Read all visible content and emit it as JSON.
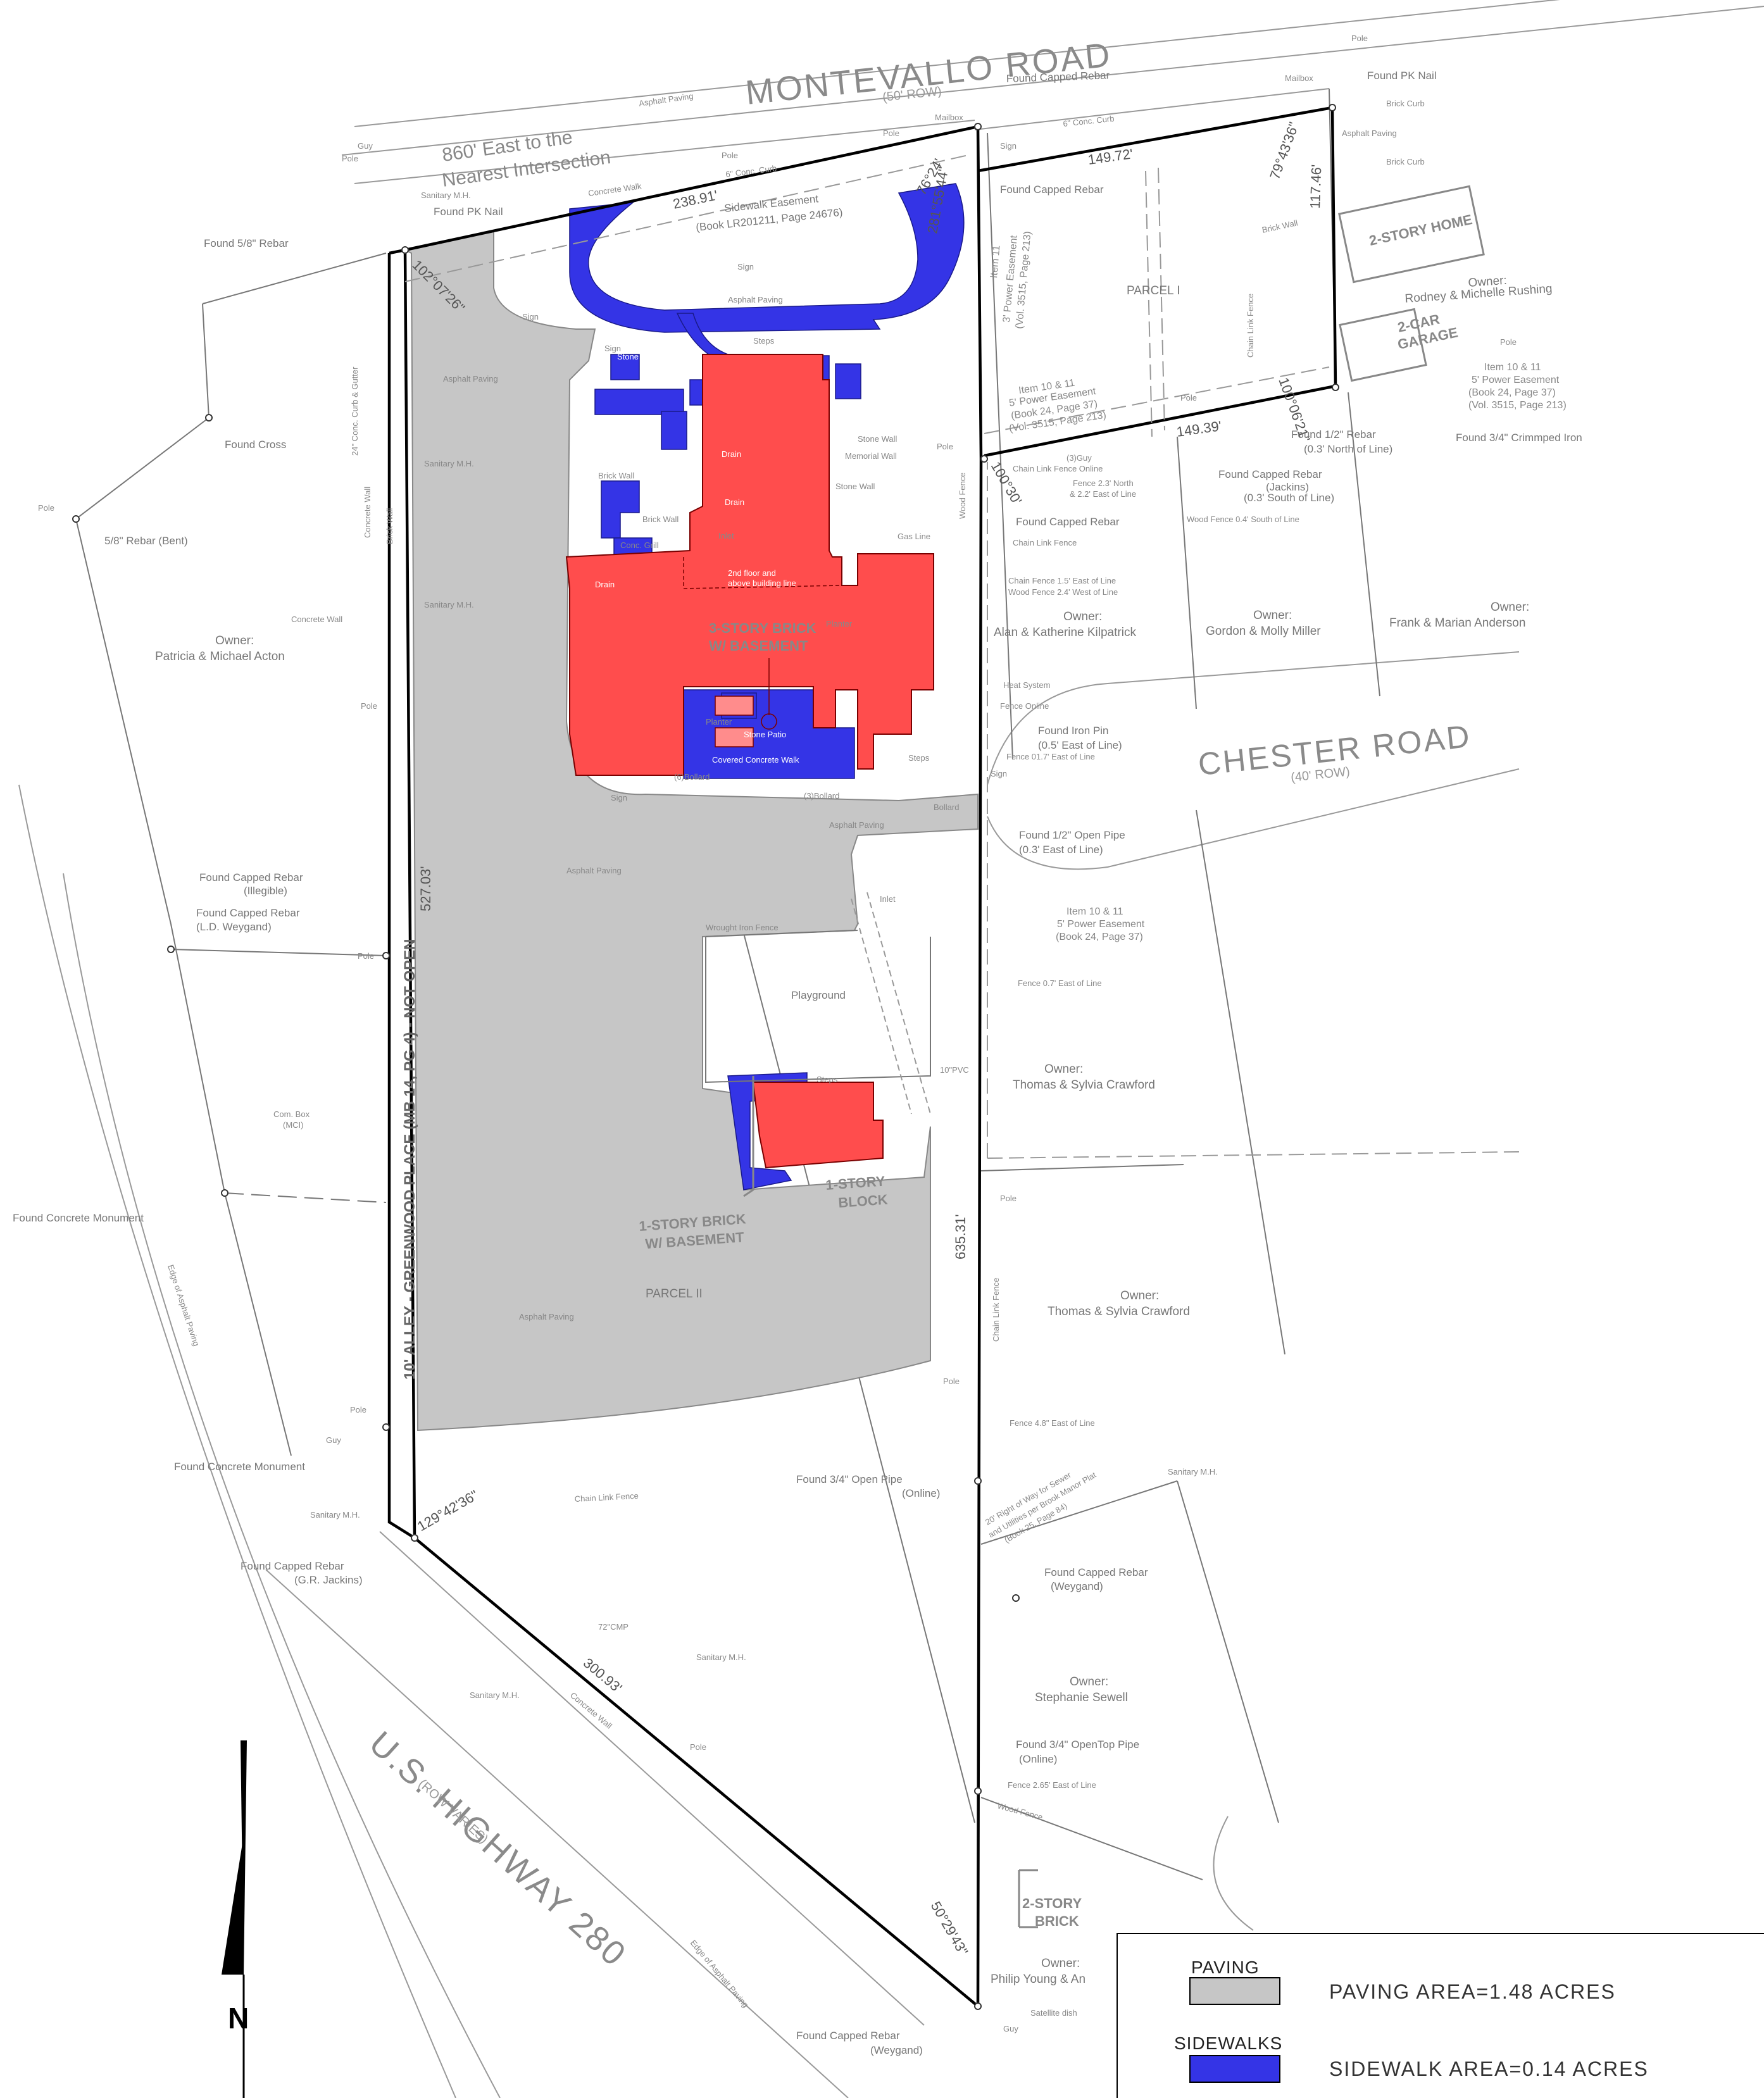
{
  "roads": {
    "montevallo": "MONTEVALLO ROAD",
    "montevallo_row": "(50' ROW)",
    "chester": "CHESTER ROAD",
    "chester_row": "(40' ROW)",
    "highway": "U.S. HIGHWAY 280",
    "highway_row": "(ROW VARIES)",
    "alley": "10' ALLEY - GREENWOOD PLACE (MB 14, PG 4) - NOT OPEN"
  },
  "intersection_note": [
    "860' East to the",
    "Nearest Intersection"
  ],
  "sidewalk_easement": [
    "Sidewalk Easement",
    "(Book LR201211, Page 24676)"
  ],
  "bearings": {
    "b1": "238.91'",
    "b2": "76°24'",
    "b3": "281°55'44\"",
    "b4": "149.72'",
    "b5": "79°43'36\"",
    "b6": "117.46'",
    "b7": "100°06'21\"",
    "b8": "149.39'",
    "b9": "100°30'",
    "b10": "102°07'26\"",
    "b11": "527.03'",
    "b12": "635.31'",
    "b13": "129°42'36\"",
    "b14": "300.93'",
    "b15": "50°29'43\""
  },
  "buildings": {
    "main_l1": "3-STORY BRICK",
    "main_l2": "W/ BASEMENT",
    "small_l1": "1-STORY BRICK",
    "small_l2": "W/ BASEMENT",
    "block_l1": "1-STORY",
    "block_l2": "BLOCK",
    "home": "2-STORY HOME",
    "garage_l1": "2-CAR",
    "garage_l2": "GARAGE",
    "brick2_l1": "2-STORY",
    "brick2_l2": "BRICK"
  },
  "parcels": {
    "p1": "PARCEL I",
    "p2": "PARCEL II"
  },
  "owners": [
    {
      "label": "Owner:",
      "name": "Rodney & Michelle Rushing"
    },
    {
      "label": "Owner:",
      "name": "Patricia & Michael Acton"
    },
    {
      "label": "Owner:",
      "name": "Alan & Katherine Kilpatrick"
    },
    {
      "label": "Owner:",
      "name": "Gordon & Molly Miller"
    },
    {
      "label": "Owner:",
      "name": "Frank & Marian Anderson"
    },
    {
      "label": "Owner:",
      "name": "Thomas & Sylvia Crawford"
    },
    {
      "label": "Owner:",
      "name": "Thomas & Sylvia Crawford"
    },
    {
      "label": "Owner:",
      "name": "Stephanie Sewell"
    },
    {
      "label": "Owner:",
      "name": "Philip Young & An"
    }
  ],
  "monuments": {
    "m1": "Found Capped Rebar",
    "m2": "Found PK Nail",
    "m3": "Found Capped Rebar",
    "m4": "Found PK Nail",
    "m5": "Found 5/8\" Rebar",
    "m6": "Found Cross",
    "m7": "5/8\" Rebar (Bent)",
    "m8": "Found 1/2\" Rebar",
    "m8b": "(0.3' North of Line)",
    "m9": "Found 3/4\" Crimmped Iron",
    "m10": "Found Capped Rebar",
    "m10b": "(Jackins)",
    "m10c": "(0.3' South of Line)",
    "m11": "Found Capped Rebar",
    "m12": "Found Iron Pin",
    "m12b": "(0.5' East of Line)",
    "m13": "Found 1/2\" Open Pipe",
    "m13b": "(0.3' East of Line)",
    "m14": "Found Capped Rebar",
    "m14b": "(Illegible)",
    "m15": "Found Capped Rebar",
    "m15b": "(L.D. Weygand)",
    "m16": "Found Concrete Monument",
    "m17": "Found Concrete Monument",
    "m18": "Found 3/4\" Open Pipe",
    "m18b": "(Online)",
    "m19": "Found Capped Rebar",
    "m19b": "(G.R. Jackins)",
    "m20": "Found Capped Rebar",
    "m20b": "(Weygand)",
    "m21": "Found 3/4\" OpenTop Pipe",
    "m21b": "(Online)",
    "m22": "Found Capped Rebar",
    "m22b": "(Weygand)"
  },
  "easements": {
    "e1_title": "Item 10 & 11",
    "e1_a": "5' Power Easement",
    "e1_b": "(Book 24, Page 37)",
    "e1_c": "(Vol. 3515, Page 213)",
    "e2_title": "Item 10 & 11",
    "e2_a": "5' Power Easement",
    "e2_b": "(Book 24, Page 37)",
    "e2_c": "(Vol. 3515, Page 213)",
    "e3_title": "Item 10 & 11",
    "e3_a": "5' Power Easement",
    "e3_b": "(Book 24, Page 37)",
    "e4_title": "Item 11",
    "e4_a": "3' Power Easement",
    "e4_b": "(Vol. 3515, Page 213)",
    "sewer": [
      "20' Right of Way for Sewer",
      "and Utilities per Brook Manor Plat",
      "(Book 25, Page 84)"
    ]
  },
  "features": {
    "paving": "Asphalt Paving",
    "playground": "Playground",
    "wrought": "Wrought Iron Fence",
    "chain": "Chain Link Fence",
    "wood": "Wood Fence",
    "concrete_walk": "Concrete Walk",
    "concrete_wall": "Concrete Wall",
    "brick_wall": "Brick Wall",
    "stone_wall": "Stone Wall",
    "memorial_wall": "Memorial Wall",
    "stone_patio": "Stone Patio",
    "covered_walk": "Covered Concrete Walk",
    "steps": "Steps",
    "planter": "Planter",
    "pole": "Pole",
    "sign": "Sign",
    "sanitary": "Sanitary M.H.",
    "inlet": "Inlet",
    "gas": "Gas Line",
    "heat": "Heat System",
    "fence_online": "Fence Online",
    "bollard": "Bollard",
    "bollard3": "(3)Bollard",
    "bollard6": "(6)Bollard",
    "curb6": "6\" Conc. Curb",
    "curb24": "24\" Conc. Curb & Gutter",
    "mailbox": "Mailbox",
    "guy": "Guy",
    "com_box": "Com. Box",
    "mci": "(MCI)",
    "cmp": "72\"CMP",
    "pvc": "10\"PVC",
    "drain": "Drain",
    "grill": "Conc. Grill",
    "satellite": "Satellite dish",
    "edge": "Edge of Asphalt Paving",
    "brick_curb": "Brick Curb",
    "fence_notes": [
      "Fence 2.3' North",
      "& 2.2' East of Line"
    ],
    "fence_n2": "Wood Fence 0.4' South of Line",
    "fence_n3": "Chain Fence 1.5' East of Line",
    "fence_n4": "Wood Fence 2.4' West of Line",
    "fence_n5": "Fence 01.7' East of Line",
    "fence_n6": "Fence 0.7' East of Line",
    "fence_n7": "Fence 4.8\" East of Line",
    "fence_n8": "Fence 2.65' East of Line",
    "guy3": "(3)Guy",
    "online_fence": "Chain Link Fence Online",
    "floor_note": [
      "2nd floor and",
      "above building line"
    ]
  },
  "legend": {
    "paving_title": "PAVING",
    "paving_area": "PAVING AREA=1.48 ACRES",
    "sidewalk_title": "SIDEWALKS",
    "sidewalk_area": "SIDEWALK AREA=0.14 ACRES",
    "paving_color": "#c6c6c6",
    "sidewalk_color": "#3434e6"
  },
  "colors": {
    "building": "#ff4d4d",
    "paving": "#c6c6c6",
    "sidewalk": "#3434e6",
    "boundary": "#000000"
  }
}
